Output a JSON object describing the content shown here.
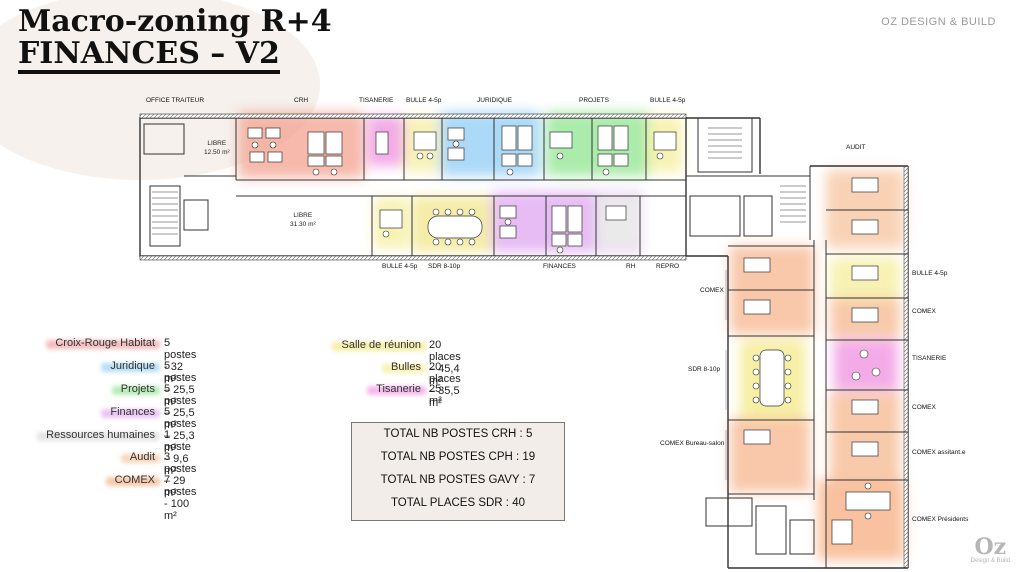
{
  "header": {
    "title_line1": "Macro-zoning R+4",
    "title_line2": "FINANCES – V2",
    "brand": "OZ DESIGN & BUILD"
  },
  "plan_labels": {
    "office_traiteur": "OFFICE TRAITEUR",
    "crh": "CRH",
    "tisanerie_top": "TISANERIE",
    "bulle_top_1": "BULLE 4-5p",
    "juridique": "JURIDIQUE",
    "projets": "PROJETS",
    "bulle_top_2": "BULLE 4-5p",
    "audit": "AUDIT",
    "libre_1": "LIBRE",
    "libre_1_area": "12.50 m²",
    "libre_2": "LIBRE",
    "libre_2_area": "31.30 m²",
    "bulle_bottom": "BULLE 4-5p",
    "sdr_bottom": "SDR 8-10p",
    "finances": "FINANCES",
    "rh": "RH",
    "repro": "REPRO",
    "comex_left": "COMEX",
    "sdr_right": "SDR 8-10p",
    "comex_bureau_salon": "COMEX Bureau-salon",
    "bulle_right": "BULLE 4-5p",
    "comex_r1": "COMEX",
    "tisanerie_right": "TISANERIE",
    "comex_r2": "COMEX",
    "comex_assistant": "COMEX assitant.e",
    "comex_presidents": "COMEX Présidents"
  },
  "legend_left": [
    {
      "name": "Croix-Rouge Habitat",
      "value": "5 postes - 32 m²",
      "color": "#f2a7a7"
    },
    {
      "name": "Juridique",
      "value": "5 postes – 25,5 m²",
      "color": "#9fd3f2"
    },
    {
      "name": "Projets",
      "value": "5 postes – 25,5 m²",
      "color": "#9ee59e"
    },
    {
      "name": "Finances",
      "value": "5 postes – 25,3 m²",
      "color": "#e2b3f0"
    },
    {
      "name": "Ressources humaines",
      "value": "1 poste – 9,6 m²",
      "color": "#dcdcdc"
    },
    {
      "name": "Audit",
      "value": "3 postes – 29 m²",
      "color": "#f7c9a6"
    },
    {
      "name": "COMEX",
      "value": "7 postes - 100 m²",
      "color": "#f5b690"
    }
  ],
  "legend_right": [
    {
      "name": "Salle de réunion",
      "value": "20 places – 45,4 m²",
      "color": "#f3ea8c"
    },
    {
      "name": "Bulles",
      "value": "20 places – 35,5 m²",
      "color": "#f5ef9c"
    },
    {
      "name": "Tisanerie",
      "value": "25 m²",
      "color": "#ef9fe6"
    }
  ],
  "totals": [
    "TOTAL NB  POSTES CRH : 5",
    "TOTAL NB  POSTES CPH : 19",
    "TOTAL NB  POSTES GAVY : 7",
    "TOTAL PLACES SDR : 40"
  ],
  "logo": {
    "big": "Oz",
    "small": "Design & Build"
  }
}
